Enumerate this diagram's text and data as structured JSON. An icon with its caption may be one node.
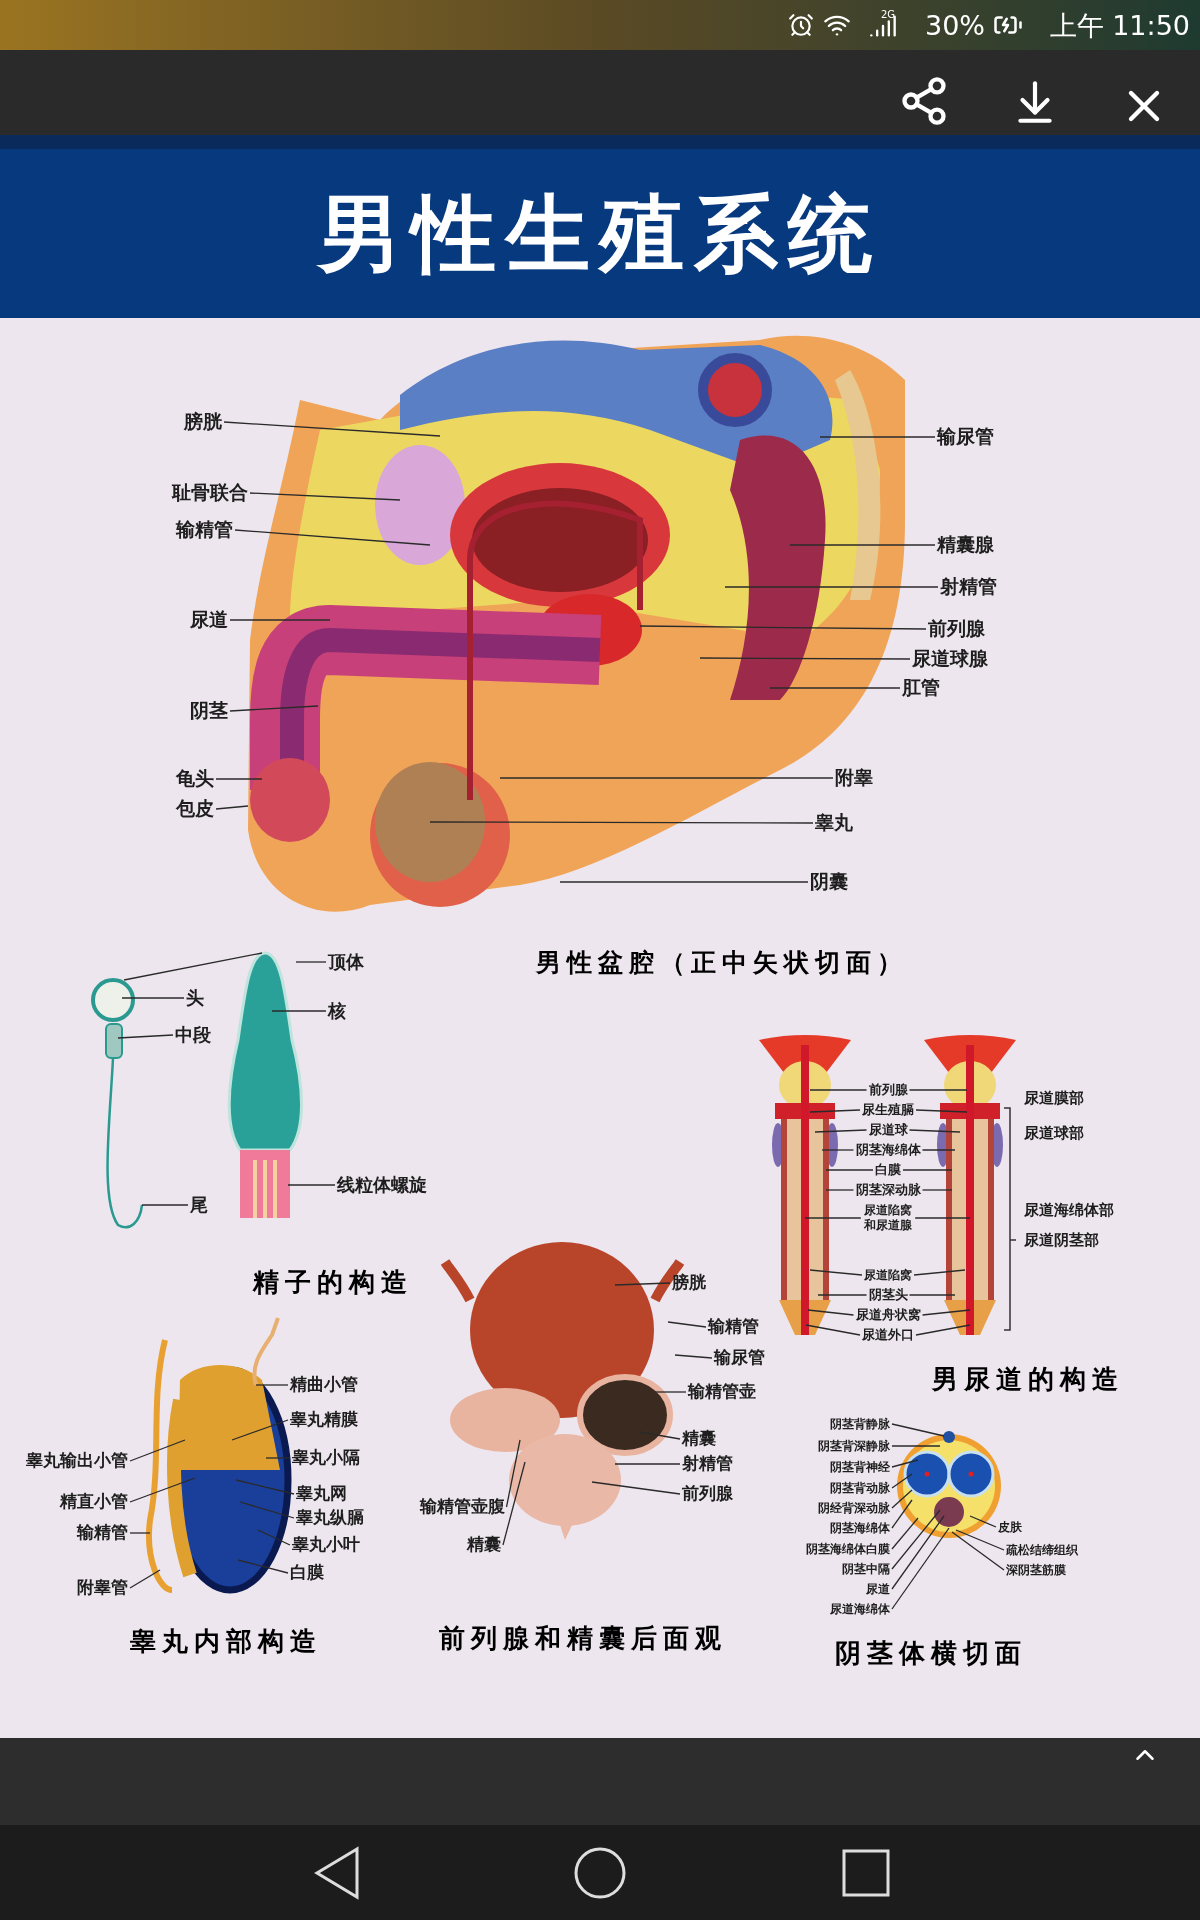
{
  "diagram": {
    "title": "男性生殖系统",
    "nodes": [
      {
        "text": [
          "膀胱"
        ]
      },
      {
        "text": [
          "耻骨联合"
        ]
      },
      {
        "text": [
          "输精管"
        ]
      },
      {
        "text": [
          "尿道"
        ]
      },
      {
        "text": [
          "阴茎"
        ]
      },
      {
        "text": [
          "龟头"
        ]
      },
      {
        "text": [
          "包皮"
        ]
      },
      {
        "text": [
          "输尿管"
        ]
      },
      {
        "text": [
          "精囊腺"
        ]
      },
      {
        "text": [
          "射精管"
        ]
      },
      {
        "text": [
          "前列腺"
        ]
      },
      {
        "text": [
          "尿道球腺"
        ]
      },
      {
        "text": [
          "肛管"
        ]
      },
      {
        "text": [
          "附睾"
        ]
      },
      {
        "text": [
          "睾丸"
        ]
      },
      {
        "text": [
          "阴囊"
        ]
      },
      {
        "text": [
          "顶体"
        ]
      },
      {
        "text": [
          "头"
        ]
      },
      {
        "text": [
          "核"
        ]
      },
      {
        "text": [
          "中段"
        ]
      },
      {
        "text": [
          "线粒体螺旋"
        ]
      },
      {
        "text": [
          "尾"
        ]
      },
      {
        "text": [
          "前列腺"
        ]
      },
      {
        "text": [
          "尿生殖膈"
        ]
      },
      {
        "text": [
          "尿道球"
        ]
      },
      {
        "text": [
          "阴茎海绵体"
        ]
      },
      {
        "text": [
          "白膜"
        ]
      },
      {
        "text": [
          "阴茎深动脉"
        ]
      },
      {
        "text": [
          "尿道陷窝和尿道腺"
        ]
      },
      {
        "text": [
          "尿道陷窝"
        ]
      },
      {
        "text": [
          "阴茎头"
        ]
      },
      {
        "text": [
          "尿道舟状窝"
        ]
      },
      {
        "text": [
          "尿道外口"
        ]
      },
      {
        "text": [
          "尿道膜部"
        ]
      },
      {
        "text": [
          "尿道球部"
        ]
      },
      {
        "text": [
          "尿道海绵体部"
        ]
      },
      {
        "text": [
          "尿道阴茎部"
        ]
      },
      {
        "text": [
          "睾丸输出小管"
        ]
      },
      {
        "text": [
          "精直小管"
        ]
      },
      {
        "text": [
          "输精管"
        ]
      },
      {
        "text": [
          "附睾管"
        ]
      },
      {
        "text": [
          "精曲小管"
        ]
      },
      {
        "text": [
          "睾丸精膜"
        ]
      },
      {
        "text": [
          "睾丸小隔"
        ]
      },
      {
        "text": [
          "睾丸网"
        ]
      },
      {
        "text": [
          "睾丸纵膈"
        ]
      },
      {
        "text": [
          "睾丸小叶"
        ]
      },
      {
        "text": [
          "白膜"
        ]
      },
      {
        "text": [
          "膀胱"
        ]
      },
      {
        "text": [
          "输精管"
        ]
      },
      {
        "text": [
          "输尿管"
        ]
      },
      {
        "text": [
          "输精管壶"
        ]
      },
      {
        "text": [
          "精囊"
        ]
      },
      {
        "text": [
          "射精管"
        ]
      },
      {
        "text": [
          "前列腺"
        ]
      },
      {
        "text": [
          "输精管壶腹"
        ]
      },
      {
        "text": [
          "精囊"
        ]
      },
      {
        "text": [
          "阴茎背静脉"
        ]
      },
      {
        "text": [
          "阴茎背深静脉"
        ]
      },
      {
        "text": [
          "阴茎背神经"
        ]
      },
      {
        "text": [
          "阴茎背动脉"
        ]
      },
      {
        "text": [
          "阴经背深动脉"
        ]
      },
      {
        "text": [
          "阴茎海绵体"
        ]
      },
      {
        "text": [
          "阴茎海绵体白膜"
        ]
      },
      {
        "text": [
          "阴茎中隔"
        ]
      },
      {
        "text": [
          "尿道"
        ]
      },
      {
        "text": [
          "尿道海绵体"
        ]
      },
      {
        "text": [
          "皮肤"
        ]
      },
      {
        "text": [
          "疏松结缔组织"
        ]
      },
      {
        "text": [
          "深阴茎筋膜"
        ]
      },
      {
        "text": [],
        "shape": "picture"
      },
      {
        "text": [],
        "shape": "picture"
      },
      {
        "text": [],
        "shape": "picture"
      },
      {
        "text": [],
        "shape": "picture"
      },
      {
        "text": [],
        "shape": "picture"
      },
      {
        "text": [],
        "shape": "picture"
      },
      {
        "text": [],
        "shape": "picture"
      },
      {
        "text": [],
        "shape": "picture"
      }
    ],
    "edges": [
      {
        "from": 0,
        "to": 70,
        "arrow": "none"
      },
      {
        "from": 1,
        "to": 70,
        "arrow": "none"
      },
      {
        "from": 2,
        "to": 70,
        "arrow": "none"
      },
      {
        "from": 3,
        "to": 70,
        "arrow": "none"
      },
      {
        "from": 4,
        "to": 70,
        "arrow": "none"
      },
      {
        "from": 5,
        "to": 70,
        "arrow": "none"
      },
      {
        "from": 6,
        "to": 70,
        "arrow": "none"
      },
      {
        "from": 7,
        "to": 70,
        "arrow": "none"
      },
      {
        "from": 8,
        "to": 70,
        "arrow": "none"
      },
      {
        "from": 9,
        "to": 70,
        "arrow": "none"
      },
      {
        "from": 10,
        "to": 70,
        "arrow": "none"
      },
      {
        "from": 11,
        "to": 70,
        "arrow": "none"
      },
      {
        "from": 12,
        "to": 70,
        "arrow": "none"
      },
      {
        "from": 13,
        "to": 70,
        "arrow": "none"
      },
      {
        "from": 14,
        "to": 70,
        "arrow": "none"
      },
      {
        "from": 15,
        "to": 70,
        "arrow": "none"
      },
      {
        "from": 16,
        "to": 72,
        "arrow": "none"
      },
      {
        "from": 17,
        "to": 71,
        "arrow": "none"
      },
      {
        "from": 18,
        "to": 72,
        "arrow": "none"
      },
      {
        "from": 19,
        "to": 71,
        "arrow": "none"
      },
      {
        "from": 20,
        "to": 72,
        "arrow": "none"
      },
      {
        "from": 21,
        "to": 71,
        "arrow": "none"
      },
      {
        "from": 22,
        "to": 73,
        "arrow": "none"
      },
      {
        "from": 22,
        "to": 74,
        "arrow": "none"
      },
      {
        "from": 23,
        "to": 73,
        "arrow": "none"
      },
      {
        "from": 23,
        "to": 74,
        "arrow": "none"
      },
      {
        "from": 24,
        "to": 73,
        "arrow": "none"
      },
      {
        "from": 24,
        "to": 74,
        "arrow": "none"
      },
      {
        "from": 25,
        "to": 73,
        "arrow": "none"
      },
      {
        "from": 25,
        "to": 74,
        "arrow": "none"
      },
      {
        "from": 26,
        "to": 73,
        "arrow": "none"
      },
      {
        "from": 26,
        "to": 74,
        "arrow": "none"
      },
      {
        "from": 27,
        "to": 73,
        "arrow": "none"
      },
      {
        "from": 27,
        "to": 74,
        "arrow": "none"
      },
      {
        "from": 28,
        "to": 73,
        "arrow": "none"
      },
      {
        "from": 28,
        "to": 74,
        "arrow": "none"
      },
      {
        "from": 29,
        "to": 73,
        "arrow": "none"
      },
      {
        "from": 29,
        "to": 74,
        "arrow": "none"
      },
      {
        "from": 30,
        "to": 73,
        "arrow": "none"
      },
      {
        "from": 30,
        "to": 74,
        "arrow": "none"
      },
      {
        "from": 31,
        "to": 73,
        "arrow": "none"
      },
      {
        "from": 31,
        "to": 74,
        "arrow": "none"
      },
      {
        "from": 32,
        "to": 73,
        "arrow": "none"
      },
      {
        "from": 32,
        "to": 74,
        "arrow": "none"
      },
      {
        "from": 37,
        "to": 75,
        "arrow": "none"
      },
      {
        "from": 38,
        "to": 75,
        "arrow": "none"
      },
      {
        "from": 39,
        "to": 75,
        "arrow": "none"
      },
      {
        "from": 40,
        "to": 75,
        "arrow": "none"
      },
      {
        "from": 41,
        "to": 75,
        "arrow": "none"
      },
      {
        "from": 42,
        "to": 75,
        "arrow": "none"
      },
      {
        "from": 43,
        "to": 75,
        "arrow": "none"
      },
      {
        "from": 44,
        "to": 75,
        "arrow": "none"
      },
      {
        "from": 45,
        "to": 75,
        "arrow": "none"
      },
      {
        "from": 46,
        "to": 75,
        "arrow": "none"
      },
      {
        "from": 47,
        "to": 75,
        "arrow": "none"
      },
      {
        "from": 48,
        "to": 76,
        "arrow": "none"
      },
      {
        "from": 49,
        "to": 76,
        "arrow": "none"
      },
      {
        "from": 50,
        "to": 76,
        "arrow": "none"
      },
      {
        "from": 51,
        "to": 76,
        "arrow": "none"
      },
      {
        "from": 52,
        "to": 76,
        "arrow": "none"
      },
      {
        "from": 53,
        "to": 76,
        "arrow": "none"
      },
      {
        "from": 54,
        "to": 76,
        "arrow": "none"
      },
      {
        "from": 55,
        "to": 76,
        "arrow": "none"
      },
      {
        "from": 56,
        "to": 76,
        "arrow": "none"
      },
      {
        "from": 57,
        "to": 77,
        "arrow": "none"
      },
      {
        "from": 58,
        "to": 77,
        "arrow": "none"
      },
      {
        "from": 59,
        "to": 77,
        "arrow": "none"
      },
      {
        "from": 60,
        "to": 77,
        "arrow": "none"
      },
      {
        "from": 61,
        "to": 77,
        "arrow": "none"
      },
      {
        "from": 62,
        "to": 77,
        "arrow": "none"
      },
      {
        "from": 63,
        "to": 77,
        "arrow": "none"
      },
      {
        "from": 64,
        "to": 77,
        "arrow": "none"
      },
      {
        "from": 65,
        "to": 77,
        "arrow": "none"
      },
      {
        "from": 66,
        "to": 77,
        "arrow": "none"
      },
      {
        "from": 67,
        "to": 77,
        "arrow": "none"
      },
      {
        "from": 68,
        "to": 77,
        "arrow": "none"
      },
      {
        "from": 69,
        "to": 77,
        "arrow": "none"
      },
      {
        "from": 71,
        "to": 72,
        "arrow": "none"
      }
    ],
    "labels": [
      "2G",
      "30%",
      "上午 11:50",
      "男性盆腔（正中矢状切面）",
      "精子的构造",
      "男尿道的构造",
      "睾丸内部构造",
      "前列腺和精囊后面观",
      "阴茎体横切面"
    ]
  }
}
